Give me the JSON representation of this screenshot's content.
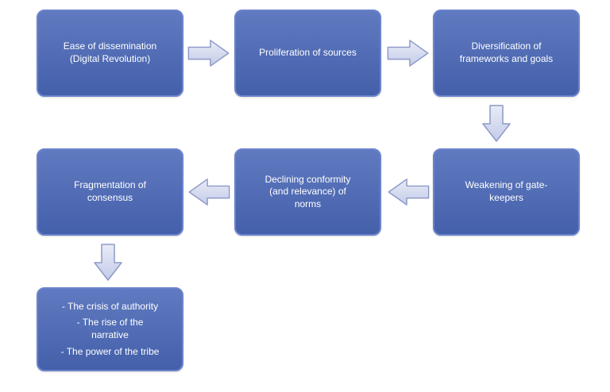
{
  "colors": {
    "box_fill": "#4a68b8",
    "box_border": "#6c83cc",
    "arrow_fill_light": "#e9ecf6",
    "arrow_fill_dark": "#c3cbe8",
    "arrow_border": "#8d99c8",
    "text_color": "#ffffff"
  },
  "boxes": [
    {
      "id": "ease-of-dissemination",
      "label": "Ease of dissemination\n(Digital Revolution)"
    },
    {
      "id": "proliferation-of-sources",
      "label": "Proliferation of sources"
    },
    {
      "id": "diversification-of-frameworks",
      "label": "Diversification of\nframeworks and goals"
    },
    {
      "id": "fragmentation-of-consensus",
      "label": "Fragmentation of\nconsensus"
    },
    {
      "id": "declining-conformity",
      "label": "Declining conformity\n(and relevance) of\nnorms"
    },
    {
      "id": "weakening-of-gatekeepers",
      "label": "Weakening of gate-\nkeepers"
    },
    {
      "id": "outcomes",
      "lines": [
        "- The crisis of authority",
        "- The rise of the\nnarrative",
        "- The power of the tribe"
      ]
    }
  ],
  "connectors": [
    {
      "from": "ease-of-dissemination",
      "to": "proliferation-of-sources",
      "direction": "right"
    },
    {
      "from": "proliferation-of-sources",
      "to": "diversification-of-frameworks",
      "direction": "right"
    },
    {
      "from": "diversification-of-frameworks",
      "to": "weakening-of-gatekeepers",
      "direction": "down"
    },
    {
      "from": "weakening-of-gatekeepers",
      "to": "declining-conformity",
      "direction": "left"
    },
    {
      "from": "declining-conformity",
      "to": "fragmentation-of-consensus",
      "direction": "left"
    },
    {
      "from": "fragmentation-of-consensus",
      "to": "outcomes",
      "direction": "down"
    }
  ]
}
